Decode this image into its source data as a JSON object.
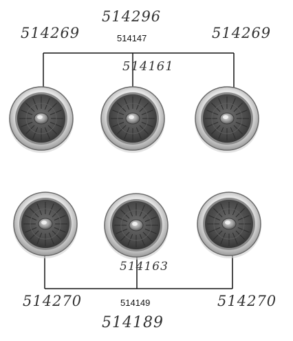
{
  "top_assembly": {
    "part_number": "514147",
    "handwritten_left": "514269",
    "handwritten_right": "514269",
    "handwritten_top": "514296",
    "handwritten_center": "514161"
  },
  "bottom_assembly": {
    "part_number": "514149",
    "handwritten_left": "514270",
    "handwritten_right": "514270",
    "handwritten_bottom": "514189",
    "handwritten_center": "514163"
  },
  "colors": {
    "line": "#111111",
    "ring_outer": "#b9b9b9",
    "ring_light": "#f2f2f2",
    "ring_dark": "#5a5a5a",
    "disc": "#4a4a4a",
    "hub": "#8a8a8a",
    "handwriting": "#333333"
  }
}
